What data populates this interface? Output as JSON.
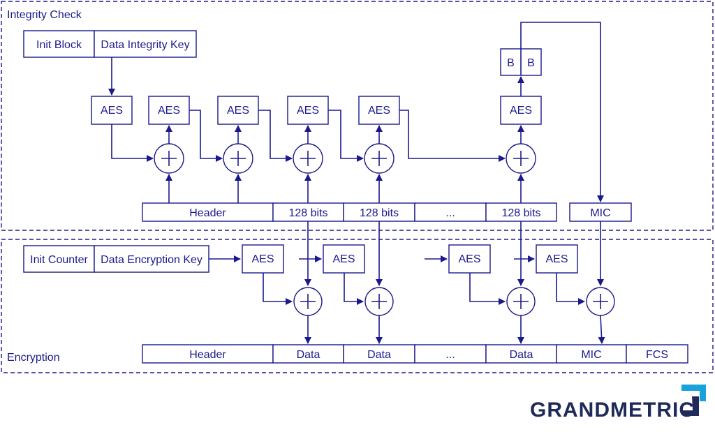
{
  "sections": {
    "integrity_title": "Integrity Check",
    "encryption_title": "Encryption"
  },
  "integrity": {
    "init_block": "Init Block",
    "key": "Data Integrity Key",
    "aes_label": "AES",
    "b_label": "B",
    "input_fields": [
      "Header",
      "128 bits",
      "128 bits",
      "...",
      "128 bits"
    ],
    "mic_label": "MIC"
  },
  "encryption": {
    "init_counter": "Init Counter",
    "key": "Data Encryption Key",
    "aes_label": "AES",
    "output_fields": [
      "Header",
      "Data",
      "Data",
      "...",
      "Data",
      "MIC",
      "FCS"
    ]
  },
  "logo": {
    "text": "GRANDMETRIC",
    "accent_color": "#1aa3d8",
    "text_color": "#1f2a5a"
  },
  "colors": {
    "line": "#1a1a8c"
  }
}
